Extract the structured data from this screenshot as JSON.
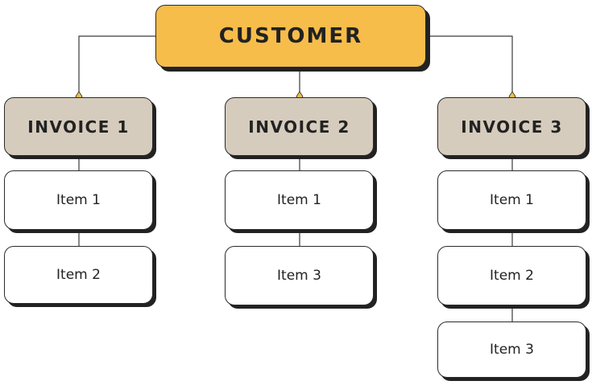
{
  "colors": {
    "customer_fill": "#f7bd4a",
    "invoice_fill": "#d6ccbd",
    "item_fill": "#ffffff",
    "stroke": "#2a2a2a",
    "shadow": "#222222",
    "connector_marker": "#f7bd4a"
  },
  "customer": {
    "label": "CUSTOMER"
  },
  "invoices": [
    {
      "label": "INVOICE 1",
      "items": [
        {
          "label": "Item 1"
        },
        {
          "label": "Item 2"
        }
      ]
    },
    {
      "label": "INVOICE 2",
      "items": [
        {
          "label": "Item 1"
        },
        {
          "label": "Item 3"
        }
      ]
    },
    {
      "label": "INVOICE 3",
      "items": [
        {
          "label": "Item 1"
        },
        {
          "label": "Item 2"
        },
        {
          "label": "Item 3"
        }
      ]
    }
  ]
}
